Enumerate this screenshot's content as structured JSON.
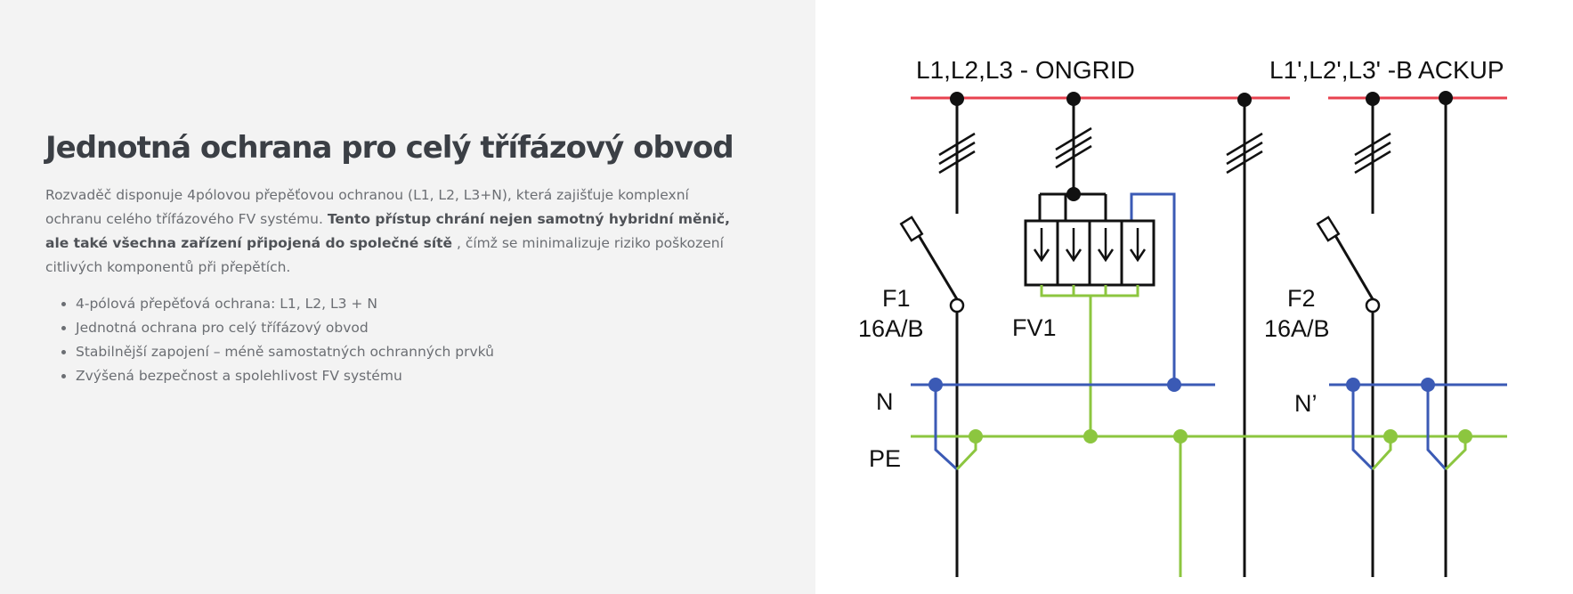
{
  "section": {
    "title": "Jednotná ochrana pro celý třífázový obvod",
    "paragraph": {
      "part1": "Rozvaděč disponuje 4pólovou přepěťovou ochranou (L1, L2, L3+N), která zajišťuje komplexní ochranu celého třífázového FV systému. ",
      "bold": "Tento přístup chrání nejen samotný hybridní měnič, ale také všechna zařízení připojená do společné sítě",
      "part2": " , čímž se minimalizuje riziko poškození citlivých komponentů při přepětích."
    },
    "bullets": [
      "4-pólová přepěťová ochrana: L1, L2, L3 + N",
      "Jednotná ochrana pro celý třífázový obvod",
      "Stabilnější zapojení – méně samostatných ochranných prvků",
      "Zvýšená bezpečnost a spolehlivost FV systému"
    ]
  },
  "diagram": {
    "label_ongrid": "L1,L2,L3 - ONGRID",
    "label_backup": "L1',L2',L3' -B ACKUP",
    "label_f1": "F1",
    "label_f1_rating": "16A/B",
    "label_fv1": "FV1",
    "label_f2": "F2",
    "label_f2_rating": "16A/B",
    "label_n": "N",
    "label_n_prime": "N’",
    "label_pe": "PE",
    "colors": {
      "phase": "#e8424f",
      "neutral": "#3b5ab5",
      "pe": "#8cc63f",
      "wire": "#111111"
    }
  }
}
